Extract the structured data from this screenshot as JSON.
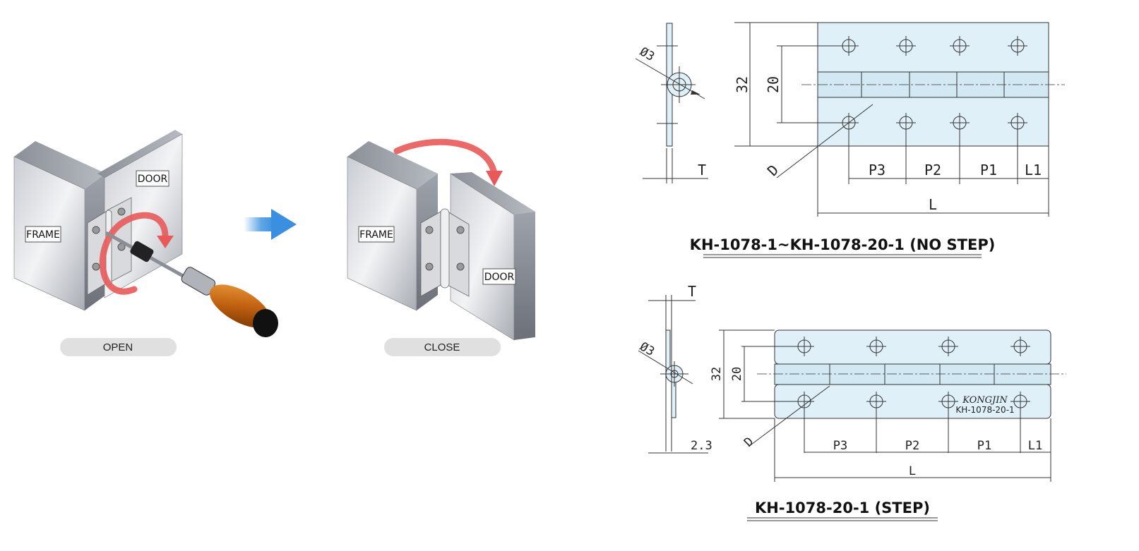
{
  "illustrations": {
    "open": {
      "frame_label": "FRAME",
      "door_label": "DOOR",
      "caption": "OPEN"
    },
    "close": {
      "frame_label": "FRAME",
      "door_label": "DOOR",
      "caption": "CLOSE"
    }
  },
  "drawing_no_step": {
    "title": "KH-1078-1~KH-1078-20-1 (NO STEP)",
    "dims": {
      "hole": "Ø3",
      "t": "T",
      "height": "32",
      "pitch_h": "20",
      "d": "D",
      "p3": "P3",
      "p2": "P2",
      "p1": "P1",
      "l1": "L1",
      "l": "L"
    }
  },
  "drawing_step": {
    "title": "KH-1078-20-1 (STEP)",
    "dims": {
      "hole": "Ø3",
      "t": "T",
      "step": "2.3",
      "height": "32",
      "pitch_h": "20",
      "d": "D",
      "p3": "P3",
      "p2": "P2",
      "p1": "P1",
      "l1": "L1",
      "l": "L"
    },
    "marking": {
      "brand": "KONGJIN",
      "model": "KH-1078-20-1"
    }
  },
  "colors": {
    "plate": "#dff0f8",
    "arrow_blue": "#3a8fe0",
    "arrow_red": "#e85a5a",
    "pill": "#e0e0e0"
  }
}
